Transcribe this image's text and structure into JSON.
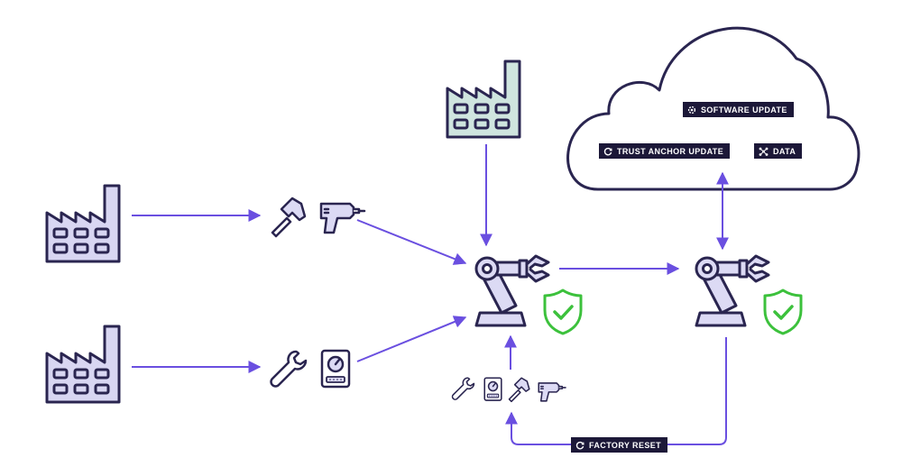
{
  "labels": {
    "software_update": "SOFTWARE UPDATE",
    "trust_anchor_update": "TRUST ANCHOR UPDATE",
    "data": "DATA",
    "factory_reset": "FACTORY RESET"
  },
  "icons": {
    "factory": "factory-icon",
    "hammer": "hammer-icon",
    "drill": "drill-icon",
    "wrench": "wrench-icon",
    "meter": "meter-icon",
    "robot_arm": "robot-arm-icon",
    "shield_check": "shield-check-icon",
    "gear": "gear-icon",
    "refresh": "refresh-icon",
    "network": "network-icon",
    "cloud": "cloud-icon"
  },
  "colors": {
    "outline": "#2a2550",
    "factory_fill_purple": "#d8d6f2",
    "factory_fill_teal": "#cfe5df",
    "robot_fill": "#dcdaf4",
    "arrow": "#6a4fe0",
    "shield": "#3cc13c",
    "label_bg": "#1c1838"
  }
}
